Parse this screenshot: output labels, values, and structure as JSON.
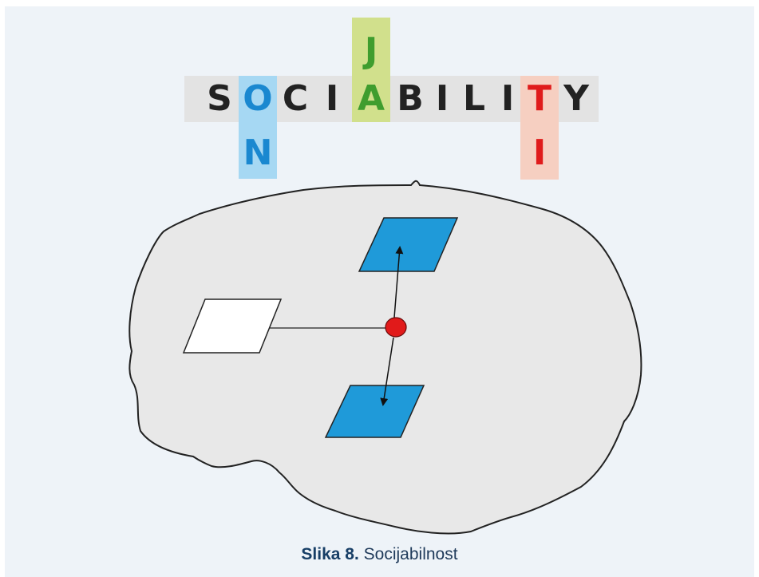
{
  "title_word": {
    "letters": [
      "S",
      "O",
      "C",
      "I",
      "A",
      "B",
      "I",
      "L",
      "I",
      "T",
      "Y"
    ],
    "branch_blue": "N",
    "branch_green": "J",
    "branch_pink": "I"
  },
  "caption": {
    "label": "Slika 8.",
    "text": "Socijabilnost"
  },
  "colors": {
    "letter_default": "#222222",
    "letter_blue": "#1a88d0",
    "letter_green": "#3f9d2e",
    "letter_red": "#e01b1b",
    "region_blue": "#1f9ad9",
    "node_red": "#e11a1a",
    "brain_fill": "#e8e8e8"
  }
}
